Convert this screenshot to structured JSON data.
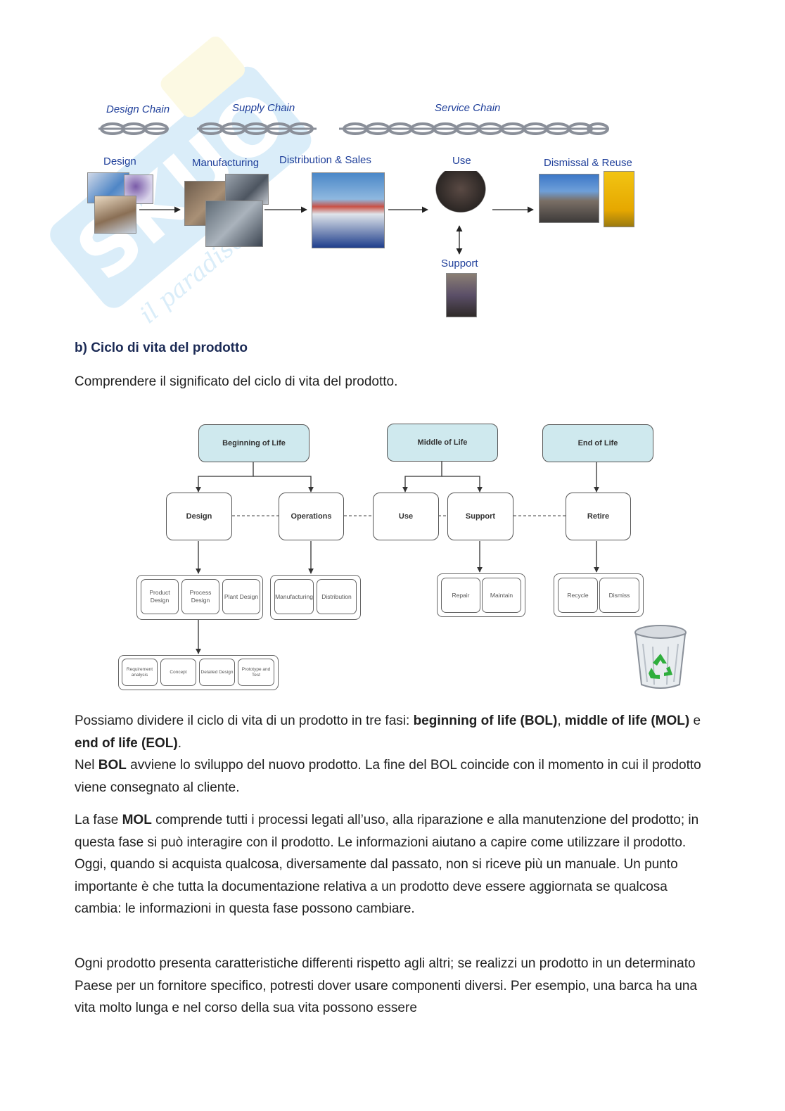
{
  "figure_value_chain": {
    "chains": [
      "Design Chain",
      "Supply Chain",
      "Service Chain"
    ],
    "stages": [
      "Design",
      "Manufacturing",
      "Distribution & Sales",
      "Use",
      "Dismissal & Reuse"
    ],
    "support": "Support"
  },
  "section_heading": "b) Ciclo di vita del prodotto",
  "intro": "Comprendere il significato del ciclo di vita del prodotto.",
  "figure_lifecycle": {
    "phases": [
      "Beginning of Life",
      "Middle of Life",
      "End of Life"
    ],
    "activities": [
      "Design",
      "Operations",
      "Use",
      "Support",
      "Retire"
    ],
    "design_items": [
      "Product Design",
      "Process Design",
      "Plant Design"
    ],
    "operations_items": [
      "Manufacturing",
      "Distribution"
    ],
    "support_items": [
      "Repair",
      "Maintain"
    ],
    "retire_items": [
      "Recycle",
      "Dismiss"
    ],
    "product_design_items": [
      "Requirement analysis",
      "Concept",
      "Detailed Design",
      "Prototype and Test"
    ]
  },
  "paragraphs": {
    "p1_a": "Possiamo dividere il ciclo di vita di un prodotto in tre fasi: ",
    "p1_bol": "beginning of life (BOL)",
    "p1_sep": ", ",
    "p1_mol": "middle of life (MOL)",
    "p1_e": " e ",
    "p1_eol": "end of life (EOL)",
    "p1_end": ".",
    "p2_a": "Nel ",
    "p2_bol": "BOL",
    "p2_b": " avviene lo sviluppo del nuovo prodotto. La fine del BOL coincide con il momento in cui il prodotto viene consegnato al cliente.",
    "p3_a": "La fase ",
    "p3_mol": "MOL",
    "p3_b": " comprende tutti i processi legati all’uso, alla riparazione e alla manutenzione del prodotto; in questa fase si può interagire con il prodotto. Le informazioni aiutano a capire come utilizzare il prodotto. Oggi, quando si acquista qualcosa, diversamente dal passato, non si riceve più un manuale. Un punto importante è che tutta la documentazione relativa a un prodotto deve essere aggiornata se qualcosa cambia: le informazioni in questa fase possono cambiare.",
    "p4": "Ogni prodotto presenta caratteristiche differenti rispetto agli altri; se realizzi un prodotto in un determinato Paese per un fornitore specifico, potresti dover usare componenti diversi. Per esempio, una barca ha una vita molto lunga e nel corso della sua vita possono essere"
  }
}
